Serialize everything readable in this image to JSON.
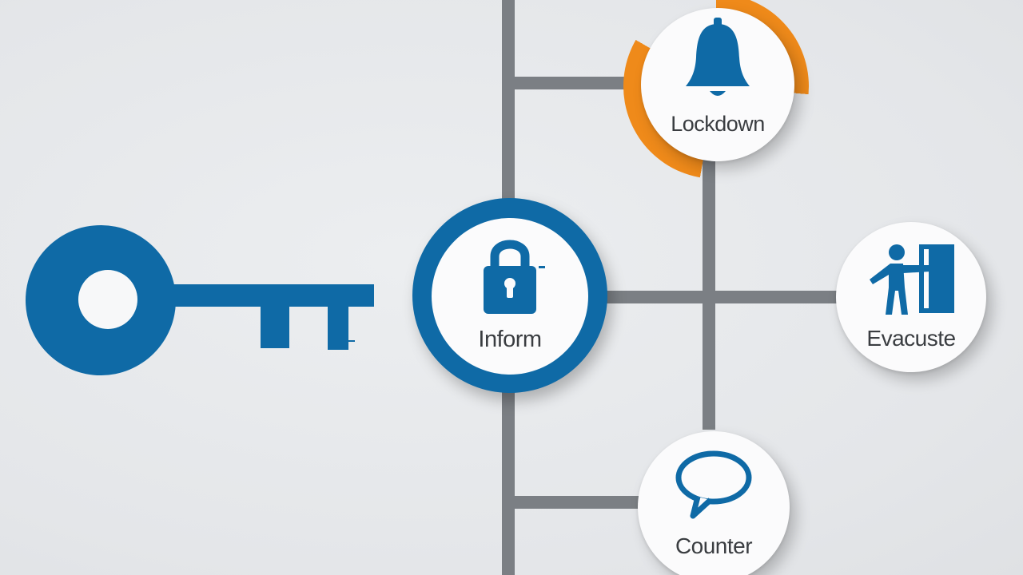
{
  "colors": {
    "primary_blue": "#0f6aa6",
    "accent_orange": "#ef8a1a",
    "connector_gray": "#7b7f84",
    "node_fill": "#fbfbfc",
    "label_text": "#3a3d41"
  },
  "nodes": {
    "inform": {
      "label": "Inform",
      "icon": "padlock-icon"
    },
    "lockdown": {
      "label": "Lockdown",
      "icon": "bell-icon"
    },
    "evacuate": {
      "label": "Evacuste",
      "icon": "person-exit-door-icon"
    },
    "counter": {
      "label": "Counter",
      "icon": "speech-bubble-icon"
    }
  },
  "key": {
    "icon": "key-icon"
  }
}
